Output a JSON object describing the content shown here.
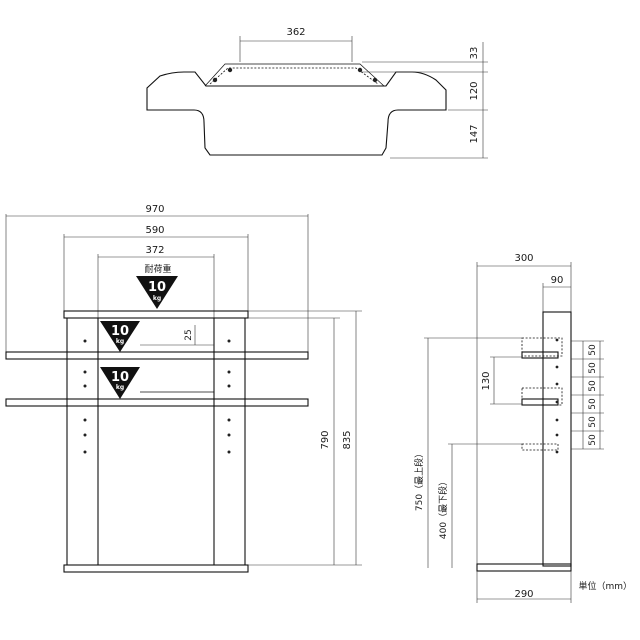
{
  "top_view": {
    "width_362": "362",
    "height_33": "33",
    "height_120": "120",
    "height_147": "147"
  },
  "front_view": {
    "width_970": "970",
    "width_590": "590",
    "width_372": "372",
    "load_label": "耐荷重",
    "badge_number": "10",
    "badge_unit": "kg",
    "gap_25": "25",
    "height_790": "790",
    "height_835": "835"
  },
  "side_view": {
    "depth_300": "300",
    "depth_90": "90",
    "pitch_130": "130",
    "pitches": [
      "50",
      "50",
      "50",
      "50",
      "50",
      "50"
    ],
    "height_750_label": "750（最上段）",
    "height_400_label": "400（最下段）",
    "base_290": "290"
  },
  "unit_label": "単位（mm）"
}
